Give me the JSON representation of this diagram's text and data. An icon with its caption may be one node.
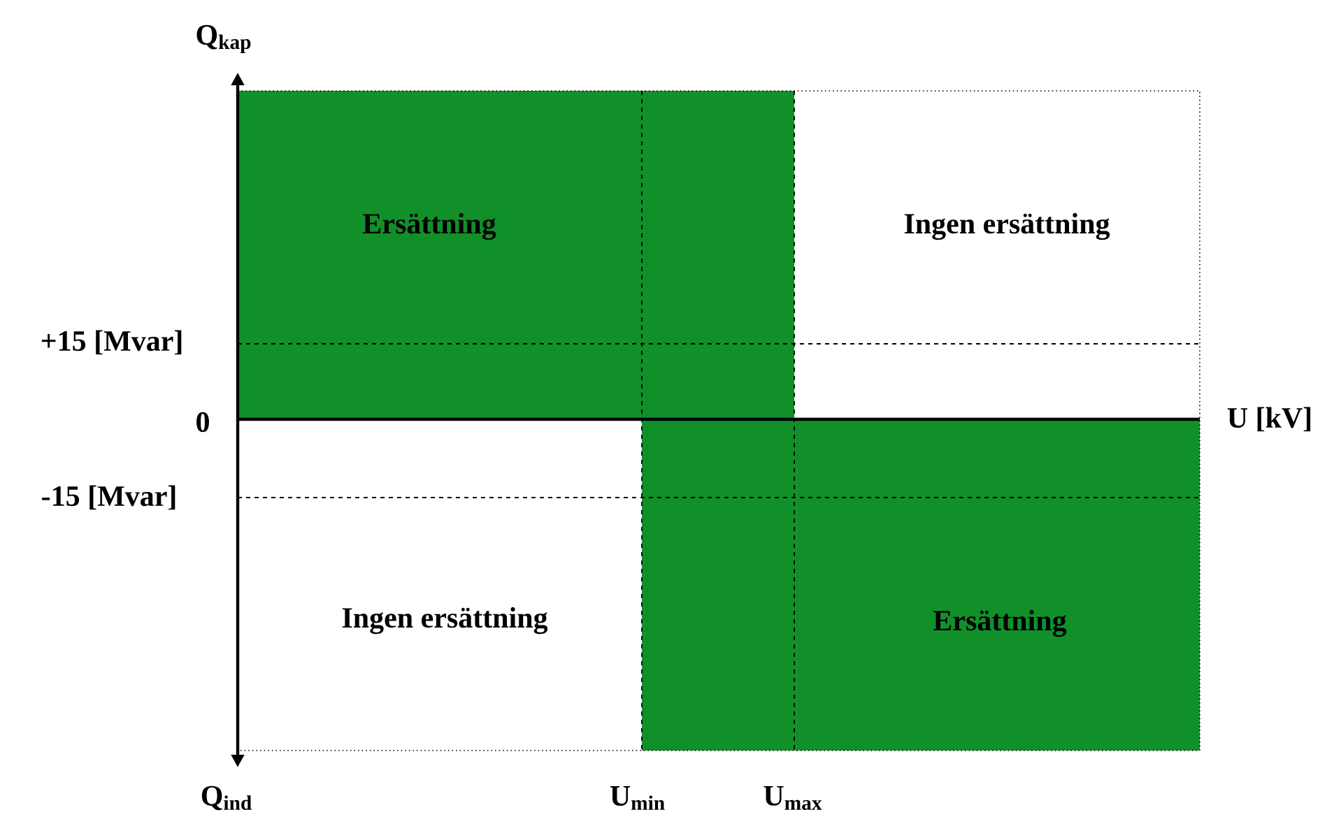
{
  "diagram": {
    "nodes": [
      {
        "text": [
          "Ersättning"
        ]
      },
      {
        "text": [
          "Ingen ersättning"
        ]
      },
      {
        "text": [
          "Ingen ersättning"
        ]
      },
      {
        "text": [
          "Ersättning"
        ]
      }
    ],
    "labels": [
      "Q$_{kap}$",
      "+15 [Mvar]",
      "0",
      "U [kV]",
      "-15 [Mvar]",
      "Q$_{ind}$",
      "U$_{min}$",
      "U$_{max}$"
    ]
  }
}
